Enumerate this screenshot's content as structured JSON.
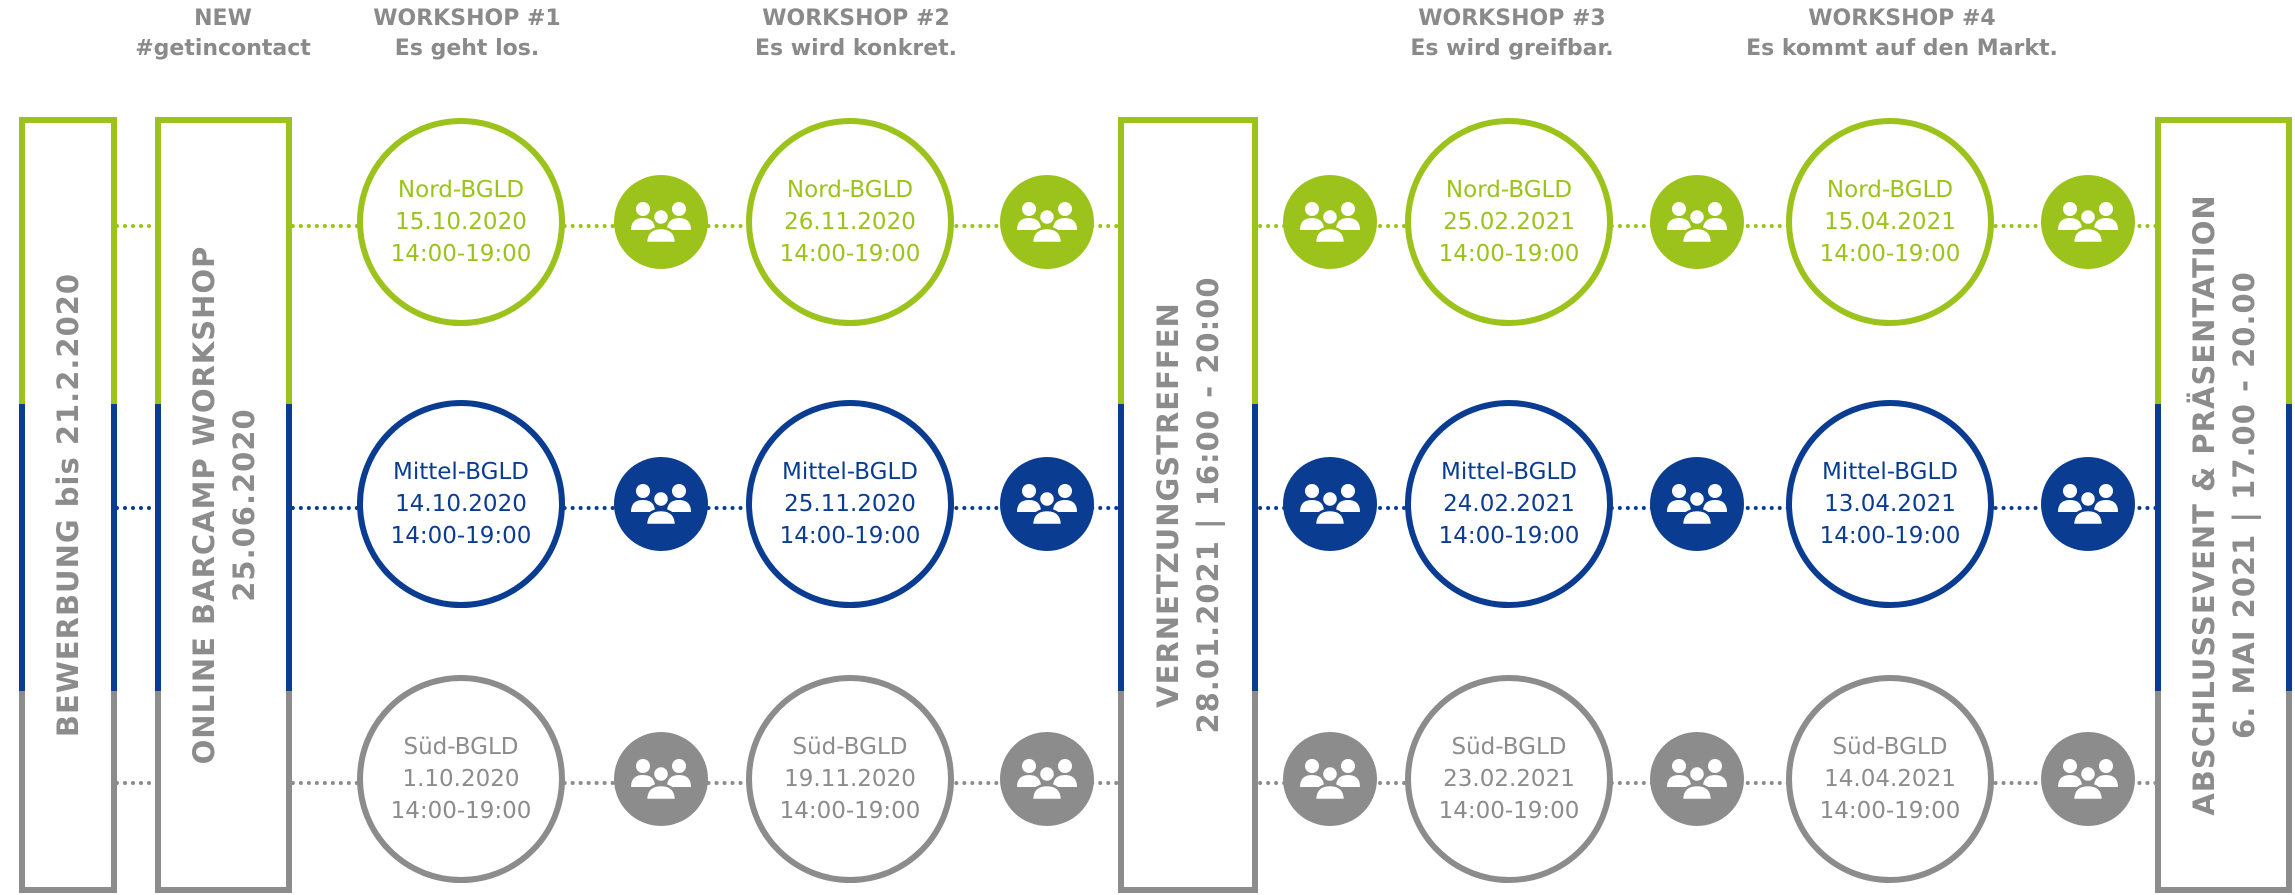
{
  "colors": {
    "green": "#9bc31c",
    "blue": "#0a3d91",
    "gray": "#8c8c8c",
    "heading": "#8a8a8a"
  },
  "headings": [
    {
      "line1": "NEW",
      "line2": "#getincontact"
    },
    {
      "line1": "WORKSHOP #1",
      "line2": "Es geht los."
    },
    {
      "line1": "WORKSHOP #2",
      "line2": "Es wird konkret."
    },
    {
      "line1": "WORKSHOP #3",
      "line2": "Es wird greifbar."
    },
    {
      "line1": "WORKSHOP #4",
      "line2": "Es kommt auf den Markt."
    }
  ],
  "bars": [
    {
      "line1": "BEWERBUNG bis 21.2.2020"
    },
    {
      "line1": "ONLINE BARCAMP WORKSHOP",
      "line2": "25.06.2020"
    },
    {
      "line1": "VERNETZUNGSTREFFEN",
      "line2": "28.01.2021 | 16:00 - 20:00"
    },
    {
      "line1": "ABSCHLUSSEVENT & PRÄSENTATION",
      "line2": "6. MAI 2021 | 17.00 - 20.00"
    }
  ],
  "rows": [
    {
      "color": "#9bc31c",
      "region": "Nord-BGLD",
      "workshops": [
        {
          "date": "15.10.2020",
          "time": "14:00-19:00"
        },
        {
          "date": "26.11.2020",
          "time": "14:00-19:00"
        },
        {
          "date": "25.02.2021",
          "time": "14:00-19:00"
        },
        {
          "date": "15.04.2021",
          "time": "14:00-19:00"
        }
      ]
    },
    {
      "color": "#0a3d91",
      "region": "Mittel-BGLD",
      "workshops": [
        {
          "date": "14.10.2020",
          "time": "14:00-19:00"
        },
        {
          "date": "25.11.2020",
          "time": "14:00-19:00"
        },
        {
          "date": "24.02.2021",
          "time": "14:00-19:00"
        },
        {
          "date": "13.04.2021",
          "time": "14:00-19:00"
        }
      ]
    },
    {
      "color": "#8c8c8c",
      "region": "Süd-BGLD",
      "workshops": [
        {
          "date": "1.10.2020",
          "time": "14:00-19:00"
        },
        {
          "date": "19.11.2020",
          "time": "14:00-19:00"
        },
        {
          "date": "23.02.2021",
          "time": "14:00-19:00"
        },
        {
          "date": "14.04.2021",
          "time": "14:00-19:00"
        }
      ]
    }
  ],
  "icon": "people-group-icon"
}
